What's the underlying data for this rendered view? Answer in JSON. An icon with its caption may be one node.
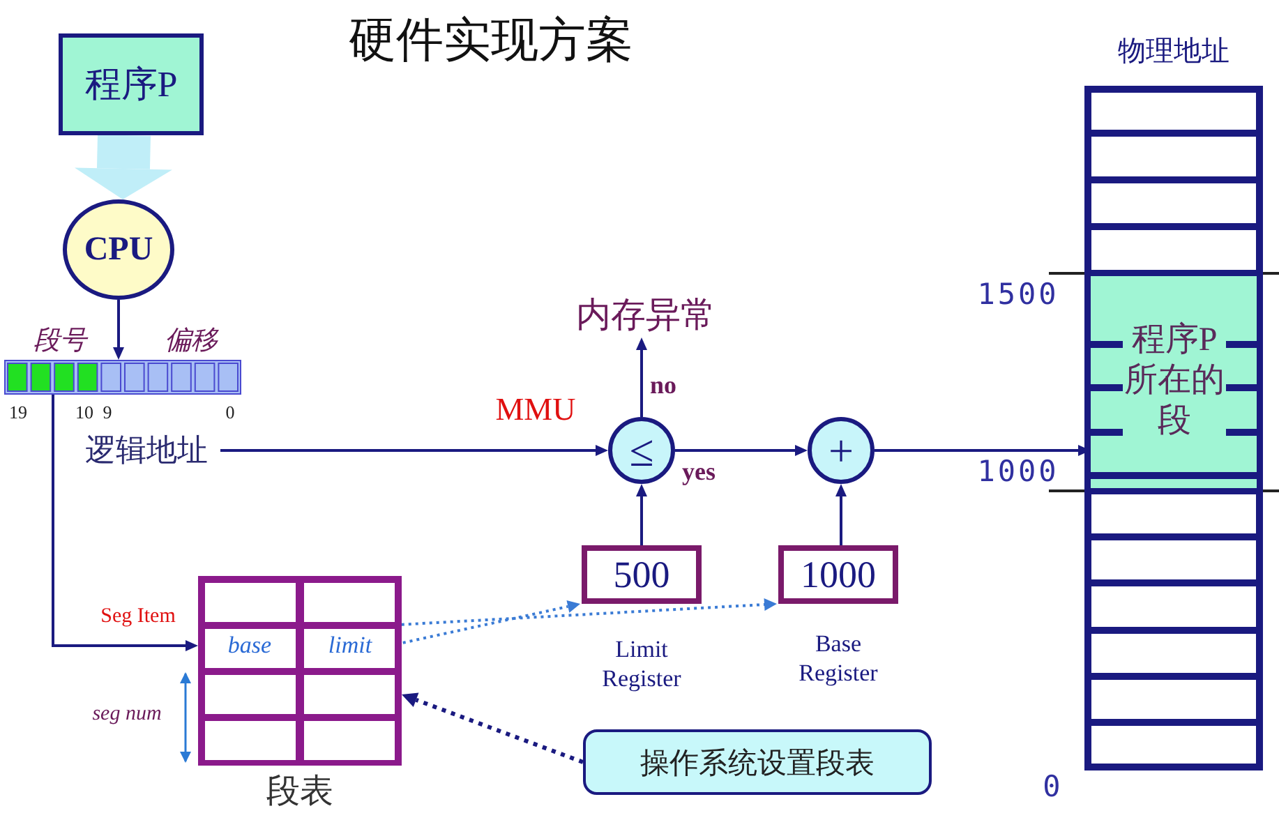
{
  "diagram": {
    "title": "硬件实现方案",
    "nodes": [
      {
        "text": [
          "程序P"
        ]
      },
      {
        "text": [
          "CPU"
        ]
      },
      {
        "text": [],
        "shape": "bar",
        "beside": [
          "段号",
          "偏移",
          "19",
          "10",
          "9",
          "0"
        ]
      },
      {
        "text": [
          "逻辑地址"
        ]
      },
      {
        "text": [
          "内存异常"
        ]
      },
      {
        "text": [
          "≤"
        ]
      },
      {
        "text": [
          "+"
        ]
      },
      {
        "text": [
          "500"
        ],
        "beside": [
          "Limit Register"
        ]
      },
      {
        "text": [
          "1000"
        ],
        "beside": [
          "Base Register"
        ]
      },
      {
        "text": [
          "段表"
        ]
      },
      {
        "text": [
          "base"
        ],
        "in": 9
      },
      {
        "text": [
          "limit"
        ],
        "in": 9
      },
      {
        "text": [
          "操作系统设置段表"
        ]
      },
      {
        "text": [
          "物理地址"
        ]
      },
      {
        "text": [
          "程序P所在的段"
        ],
        "in": 13
      }
    ],
    "edges": [
      {
        "from": 0,
        "to": 1,
        "arrow": "to",
        "style": "thick",
        "color": "#c0eef8"
      },
      {
        "from": 1,
        "to": 2,
        "arrow": "to"
      },
      {
        "from": 3,
        "to": 5,
        "arrow": "to"
      },
      {
        "from": 5,
        "to": 4,
        "arrow": "to",
        "label": "no"
      },
      {
        "from": 5,
        "to": 6,
        "arrow": "to",
        "label": "yes"
      },
      {
        "from": 6,
        "to": 14,
        "arrow": "to"
      },
      {
        "from": 7,
        "to": 5,
        "arrow": "to"
      },
      {
        "from": 8,
        "to": 6,
        "arrow": "to"
      },
      {
        "from": 2,
        "to": 9,
        "arrow": "to"
      },
      {
        "from": 10,
        "to": 8,
        "arrow": "to",
        "style": "dashed",
        "color": "#3a7bd5"
      },
      {
        "from": 11,
        "to": 7,
        "arrow": "to",
        "style": "dashed",
        "color": "#3a7bd5"
      },
      {
        "from": 12,
        "to": 9,
        "arrow": "to",
        "style": "dashed"
      }
    ],
    "labels": [
      "MMU",
      "Seg Item",
      "seg num",
      "1500",
      "1000",
      "0"
    ]
  }
}
